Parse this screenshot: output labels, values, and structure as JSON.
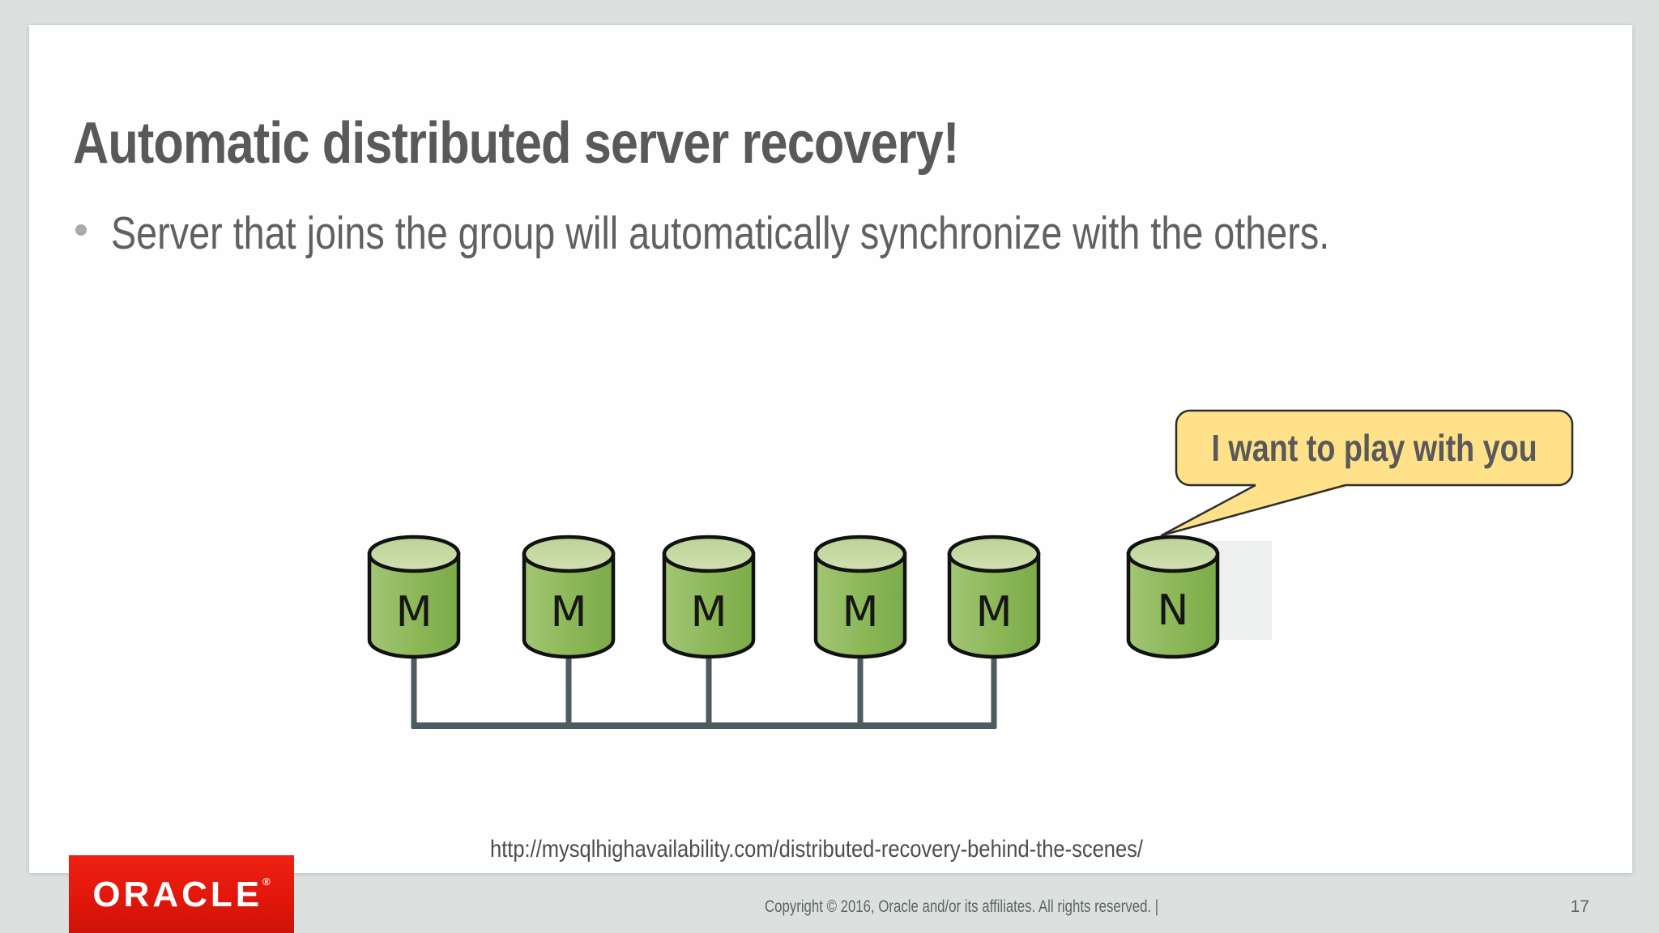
{
  "slide": {
    "title": "Automatic distributed server recovery!",
    "bullet": "Server that joins the group will automatically synchronize with the others.",
    "source_url": "http://mysqlhighavailability.com/distributed-recovery-behind-the-scenes/"
  },
  "diagram": {
    "callout_text": "I want to play with you",
    "nodes": [
      {
        "label": "M"
      },
      {
        "label": "M"
      },
      {
        "label": "M"
      },
      {
        "label": "M"
      },
      {
        "label": "M"
      },
      {
        "label": "N"
      }
    ]
  },
  "footer": {
    "logo": "ORACLE",
    "registered_mark": "®",
    "copyright": "Copyright © 2016, Oracle and/or its affiliates. All rights reserved.  |",
    "page_number": "17"
  },
  "colors": {
    "frame_gray": "#dce1df",
    "cylinder_green": "#8bb757",
    "cylinder_top_green": "#c5d8a2",
    "callout_yellow": "#ffe18a",
    "connector_slate": "#4c5c60",
    "oracle_red": "#e2160a",
    "text_gray": "#595959"
  }
}
